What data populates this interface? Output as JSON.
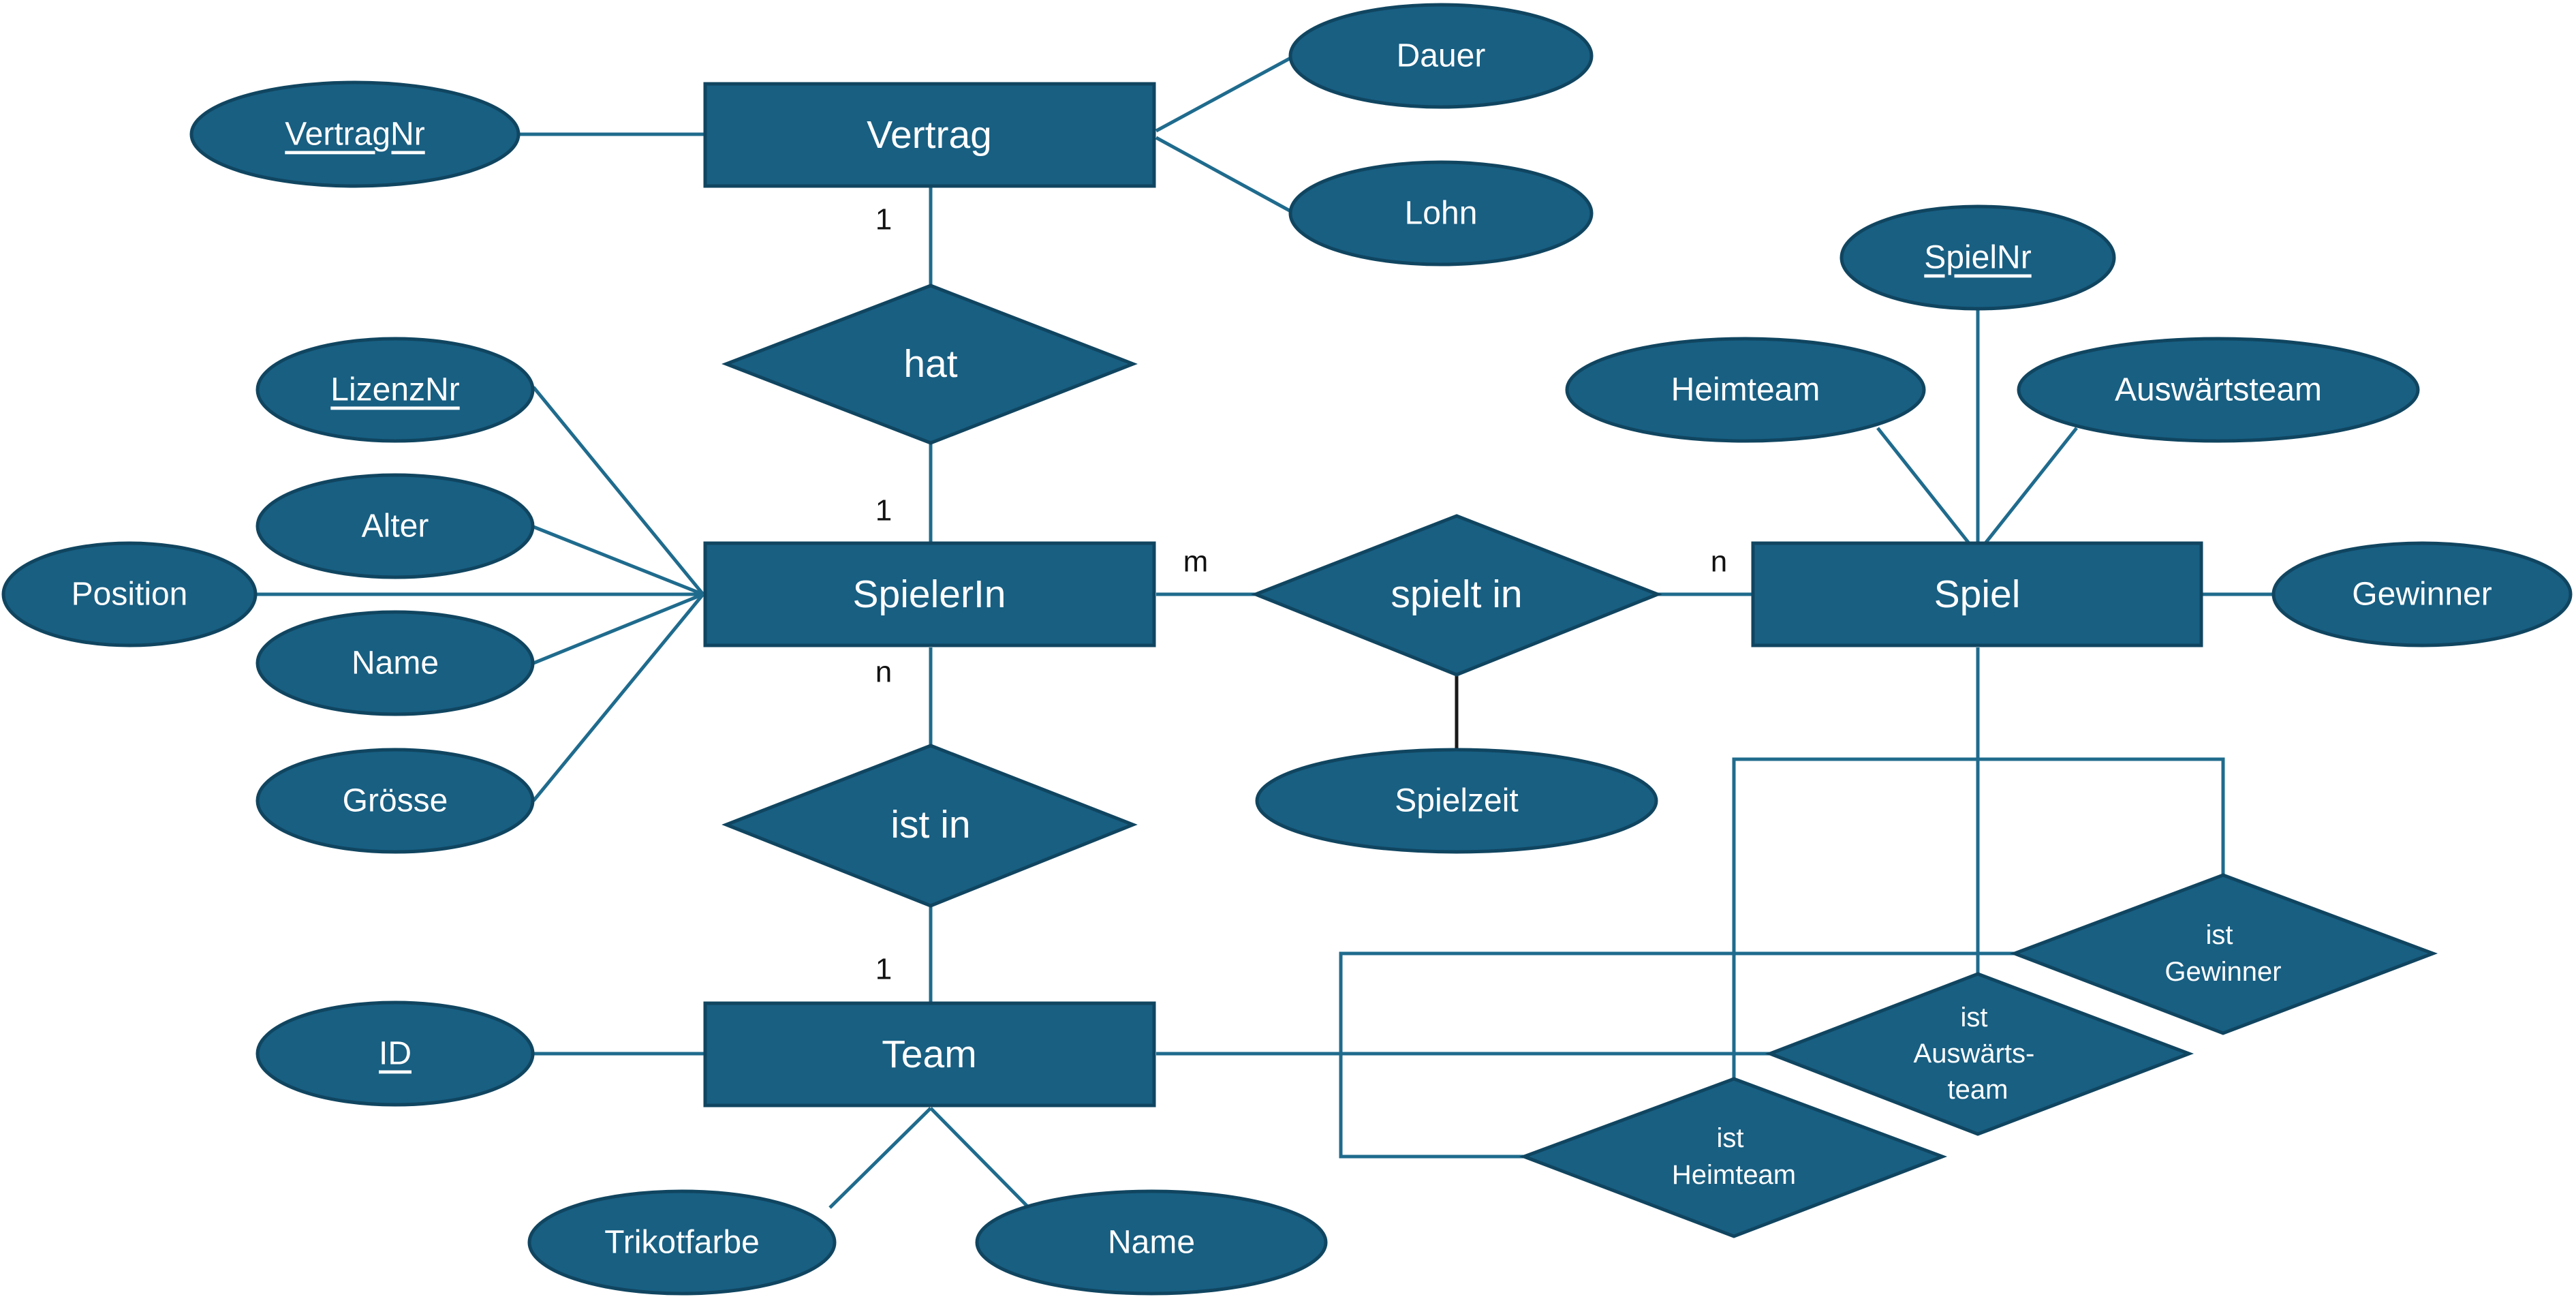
{
  "entities": {
    "vertrag": "Vertrag",
    "spielerin": "SpielerIn",
    "spiel": "Spiel",
    "team": "Team"
  },
  "relationships": {
    "hat": "hat",
    "spielt_in": "spielt in",
    "ist_in": "ist in",
    "ist_gewinner": [
      "ist",
      "Gewinner"
    ],
    "ist_auswaertsteam": [
      "ist",
      "Auswärts-",
      "team"
    ],
    "ist_heimteam": [
      "ist",
      "Heimteam"
    ]
  },
  "attributes": {
    "vertrag": {
      "vertrag_nr": "VertragNr",
      "dauer": "Dauer",
      "lohn": "Lohn"
    },
    "spielerin": {
      "lizenz_nr": "LizenzNr",
      "alter": "Alter",
      "position": "Position",
      "name": "Name",
      "groesse": "Grösse"
    },
    "spiel": {
      "spiel_nr": "SpielNr",
      "heimteam": "Heimteam",
      "auswaertsteam": "Auswärtsteam",
      "gewinner": "Gewinner"
    },
    "spielt_in": {
      "spielzeit": "Spielzeit"
    },
    "team": {
      "id": "ID",
      "trikotfarbe": "Trikotfarbe",
      "name": "Name"
    }
  },
  "cardinalities": {
    "vertrag_hat": "1",
    "spielerin_hat": "1",
    "spielerin_spielt_in": "m",
    "spiel_spielt_in": "n",
    "spielerin_ist_in": "n",
    "team_ist_in": "1"
  },
  "colors": {
    "fill": "#185f82",
    "border": "#104560",
    "line": "#1f6b8d",
    "text": "#ffffff"
  }
}
